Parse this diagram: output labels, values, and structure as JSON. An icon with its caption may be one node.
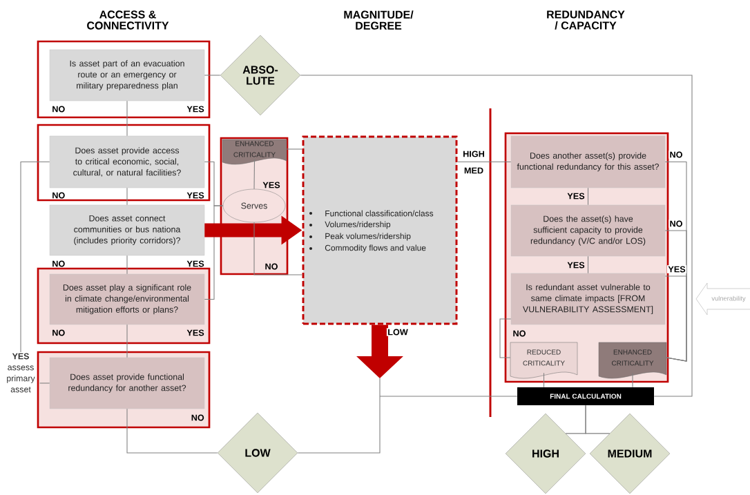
{
  "diagram": {
    "nodes": [
      {
        "text": [
          "NO",
          "YES"
        ]
      },
      {
        "text": [
          "Is asset part of an evacuation route or an emergency or military preparedness plan"
        ],
        "in": 0
      },
      {
        "text": [
          "NO",
          "YES"
        ]
      },
      {
        "text": [
          "Does asset provide access to critical economic, social, cultural, or natural facilities?"
        ],
        "in": 2
      },
      {
        "text": [
          "Does asset connect communities or bus nationa (includes priority corridors)?"
        ],
        "beside": [
          "NO",
          "YES"
        ]
      },
      {
        "text": [
          "NO",
          "YES"
        ]
      },
      {
        "text": [
          "Does asset play a significant role in climate change/environmental mitigation efforts or plans?"
        ],
        "in": 5
      },
      {
        "text": [
          "NO"
        ]
      },
      {
        "text": [
          "Does asset provide functional redundancy for another asset?"
        ],
        "in": 7
      },
      {
        "text": [
          "ABSO- LUTE"
        ]
      },
      {
        "text": [
          "LOW"
        ]
      },
      {
        "text": [],
        "shape": "box"
      },
      {
        "text": [
          "ENHANCED CRITICALITY"
        ],
        "in": 11
      },
      {
        "text": [
          "Serves"
        ],
        "in": 11
      },
      {
        "text": [
          "Functional classification/class",
          "Volumes/ridership",
          "Peak volumes/ridership",
          "Commodity flows and value"
        ]
      },
      {
        "text": [],
        "shape": "box"
      },
      {
        "text": [
          "Does another asset(s) provide functional redundancy for this asset?"
        ],
        "in": 15
      },
      {
        "text": [
          "Does the asset(s) have sufficient capacity to provide redundancy (V/C and/or LOS)"
        ],
        "in": 15
      },
      {
        "text": [
          "Is redundant asset vulnerable to same climate impacts [FROM VULNERABILITY ASSESSMENT]"
        ],
        "in": 15
      },
      {
        "text": [
          "REDUCED CRITICALITY"
        ],
        "in": 15
      },
      {
        "text": [
          "ENHANCED CRITICALITY"
        ],
        "in": 15
      },
      {
        "text": [
          "FINAL CALCULATION"
        ]
      },
      {
        "text": [
          "HIGH"
        ]
      },
      {
        "text": [
          "MEDIUM"
        ]
      },
      {
        "text": [
          "vulnerability"
        ]
      },
      {
        "text": [
          "YES",
          "assess primary asset"
        ]
      }
    ],
    "edges": [
      {
        "from": 1,
        "to": 3,
        "arrow": "none"
      },
      {
        "from": 1,
        "to": 9,
        "arrow": "none"
      },
      {
        "from": 3,
        "to": 4,
        "arrow": "none"
      },
      {
        "from": 4,
        "to": 6,
        "arrow": "none"
      },
      {
        "from": 6,
        "to": 8,
        "arrow": "none"
      },
      {
        "from": 8,
        "to": 10,
        "arrow": "none"
      },
      {
        "from": 3,
        "to": 25,
        "arrow": "none"
      },
      {
        "from": 8,
        "to": 25,
        "arrow": "none"
      },
      {
        "from": 3,
        "to": 13,
        "arrow": "none"
      },
      {
        "from": 6,
        "to": 13,
        "arrow": "none"
      },
      {
        "from": 4,
        "to": 14,
        "arrow": "to",
        "style": "thick",
        "color": "#c00000"
      },
      {
        "from": 12,
        "to": 14,
        "arrow": "none"
      },
      {
        "from": 13,
        "to": 12,
        "arrow": "none",
        "label": "YES"
      },
      {
        "from": 13,
        "to": 14,
        "arrow": "none",
        "label": "NO"
      },
      {
        "from": 14,
        "to": 16,
        "arrow": "none",
        "label": "HIGH"
      },
      {
        "from": 14,
        "to": null,
        "arrow": "to",
        "style": "thick",
        "color": "#c00000",
        "label": "LOW"
      },
      {
        "from": 10,
        "to": 21,
        "arrow": "none"
      },
      {
        "from": 16,
        "to": 17,
        "arrow": "none",
        "label": "YES"
      },
      {
        "from": 17,
        "to": 18,
        "arrow": "none",
        "label": "YES"
      },
      {
        "from": 18,
        "to": 19,
        "arrow": "none",
        "label": "NO"
      },
      {
        "from": 16,
        "to": 20,
        "arrow": "none",
        "label": "NO"
      },
      {
        "from": 17,
        "to": 20,
        "arrow": "none",
        "label": "NO"
      },
      {
        "from": 18,
        "to": 20,
        "arrow": "none",
        "label": "YES"
      },
      {
        "from": 9,
        "to": 21,
        "arrow": "none"
      },
      {
        "from": 19,
        "to": 21,
        "arrow": "none"
      },
      {
        "from": 20,
        "to": 21,
        "arrow": "none"
      },
      {
        "from": 21,
        "to": 22,
        "arrow": "none"
      },
      {
        "from": 21,
        "to": 23,
        "arrow": "none"
      }
    ],
    "labels": [
      "ACCESS & CONNECTIVITY",
      "MAGNITUDE/ DEGREE",
      "REDUNDANCY / CAPACITY",
      "MED"
    ]
  }
}
